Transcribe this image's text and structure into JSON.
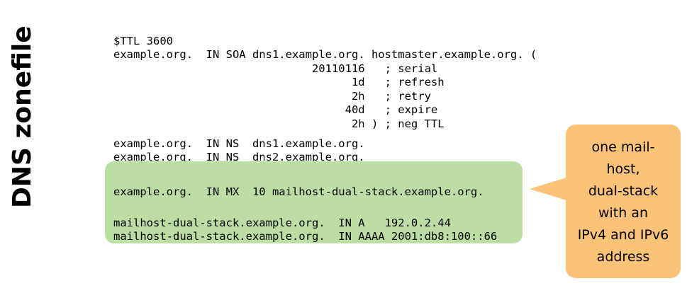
{
  "slide": {
    "title": "DNS zonefile",
    "background_color": "#ffffff"
  },
  "colors": {
    "highlight_green": "#bcdda3",
    "callout_orange": "#fbc377",
    "text": "#000000"
  },
  "zonefile": {
    "header_lines": "$TTL 3600\nexample.org.  IN SOA dns1.example.org. hostmaster.example.org. (\n                              20110116   ; serial\n                                    1d   ; refresh\n                                    2h   ; retry\n                                   40d   ; expire\n                                    2h ) ; neg TTL",
    "ns_lines": "example.org.  IN NS  dns1.example.org.\nexample.org.  IN NS  dns2.example.org.",
    "mx_line": "example.org.  IN MX  10 mailhost-dual-stack.example.org.",
    "address_lines": "mailhost-dual-stack.example.org.  IN A   192.0.2.44\nmailhost-dual-stack.example.org.  IN AAAA 2001:db8:100::66",
    "records": [
      {
        "name": "$TTL",
        "value": "3600"
      },
      {
        "owner": "example.org.",
        "class": "IN",
        "type": "SOA",
        "mname": "dns1.example.org.",
        "rname": "hostmaster.example.org.",
        "serial": "20110116",
        "refresh": "1d",
        "retry": "2h",
        "expire": "40d",
        "neg_ttl": "2h"
      },
      {
        "owner": "example.org.",
        "class": "IN",
        "type": "NS",
        "data": "dns1.example.org."
      },
      {
        "owner": "example.org.",
        "class": "IN",
        "type": "NS",
        "data": "dns2.example.org."
      },
      {
        "owner": "example.org.",
        "class": "IN",
        "type": "MX",
        "preference": "10",
        "data": "mailhost-dual-stack.example.org."
      },
      {
        "owner": "mailhost-dual-stack.example.org.",
        "class": "IN",
        "type": "A",
        "data": "192.0.2.44"
      },
      {
        "owner": "mailhost-dual-stack.example.org.",
        "class": "IN",
        "type": "AAAA",
        "data": "2001:db8:100::66"
      }
    ]
  },
  "callout": {
    "text": "one mail-host, dual-stack with an IPv4 and IPv6 address",
    "lines": [
      "one mail-",
      "host,",
      "dual-stack",
      "with an",
      "IPv4 and IPv6",
      "address"
    ],
    "points_to": "green-highlight-box"
  }
}
